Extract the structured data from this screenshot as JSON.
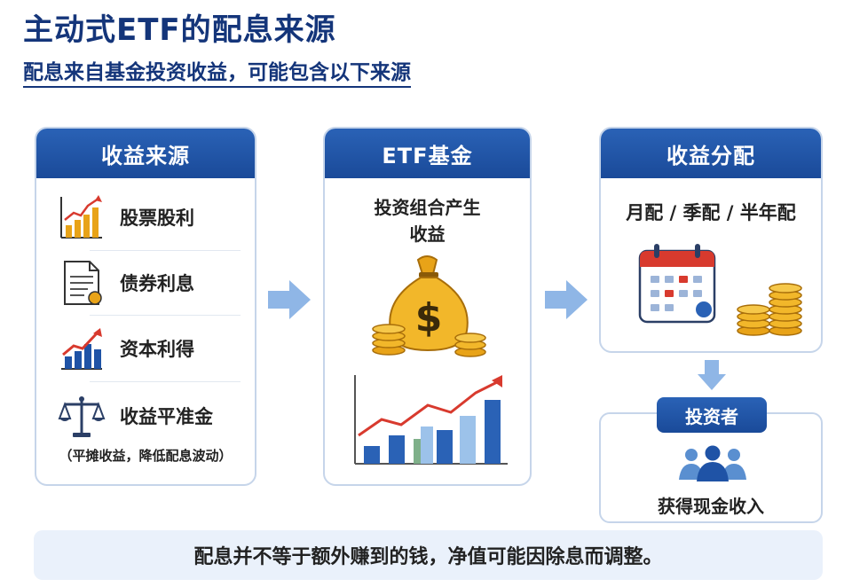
{
  "title": "主动式ETF的配息来源",
  "subtitle": "配息来自基金投资收益，可能包含以下来源",
  "sources": {
    "header": "收益来源",
    "items": [
      {
        "label": "股票股利",
        "icon": "bar-chart-up-icon"
      },
      {
        "label": "债券利息",
        "icon": "document-icon"
      },
      {
        "label": "资本利得",
        "icon": "growth-chart-icon"
      },
      {
        "label": "收益平准金",
        "icon": "balance-scale-icon"
      }
    ],
    "note": "（平摊收益，降低配息波动）"
  },
  "etf": {
    "header": "ETF基金",
    "text_line1": "投资组合产生",
    "text_line2": "收益",
    "icons": [
      "money-bag-icon",
      "rising-bar-chart-icon"
    ]
  },
  "distribution": {
    "header": "收益分配",
    "text": "月配 / 季配 / 半年配",
    "icons": [
      "calendar-icon",
      "coin-stack-icon"
    ]
  },
  "investor": {
    "badge": "投资者",
    "text": "获得现金收入",
    "icon": "people-group-icon"
  },
  "footer": "配息并不等于额外赚到的钱，净值可能因除息而调整。",
  "colors": {
    "primary": "#1f53a6",
    "title": "#14357a",
    "gold": "#e8a318",
    "red": "#d83a2e",
    "arrow": "#8fb6e6",
    "footer_bg": "#eaf1fb"
  }
}
